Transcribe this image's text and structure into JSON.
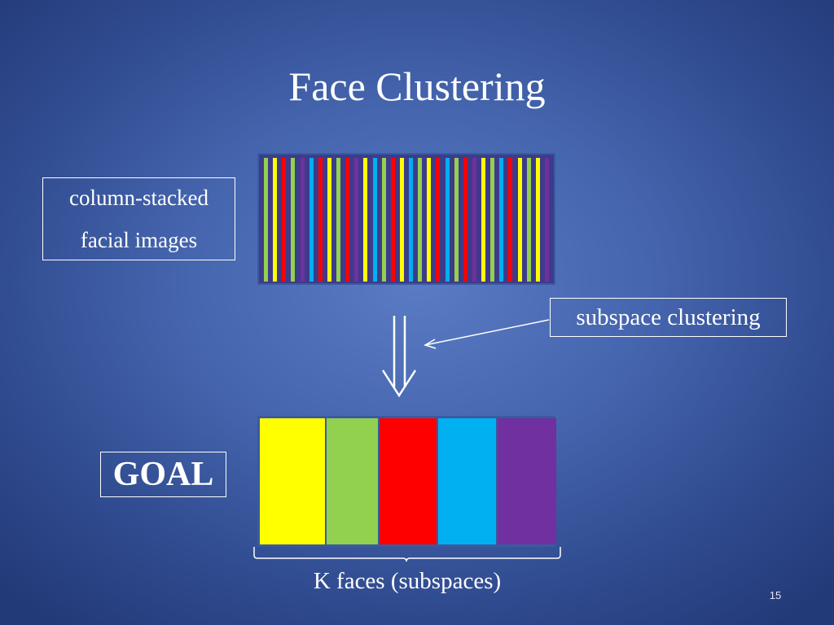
{
  "slide": {
    "title": "Face Clustering",
    "page_number": "15"
  },
  "labels": {
    "stacked_line1": "column-stacked",
    "stacked_line2": "facial images",
    "subspace": "subspace clustering",
    "goal": "GOAL",
    "k_faces": "K faces (subspaces)"
  },
  "colors": {
    "yellow": "#ffff00",
    "green": "#92d050",
    "red": "#ff0000",
    "blue": "#00b0f0",
    "purple": "#7030a0"
  },
  "stacked_columns": [
    "green",
    "yellow",
    "red",
    "green",
    "purple",
    "blue",
    "red",
    "yellow",
    "green",
    "red",
    "purple",
    "yellow",
    "blue",
    "green",
    "red",
    "yellow",
    "blue",
    "green",
    "yellow",
    "red",
    "blue",
    "green",
    "red",
    "purple",
    "yellow",
    "green",
    "blue",
    "red",
    "yellow",
    "green",
    "yellow",
    "purple"
  ],
  "goal_blocks": [
    "yellow",
    "green",
    "red",
    "blue",
    "purple"
  ]
}
